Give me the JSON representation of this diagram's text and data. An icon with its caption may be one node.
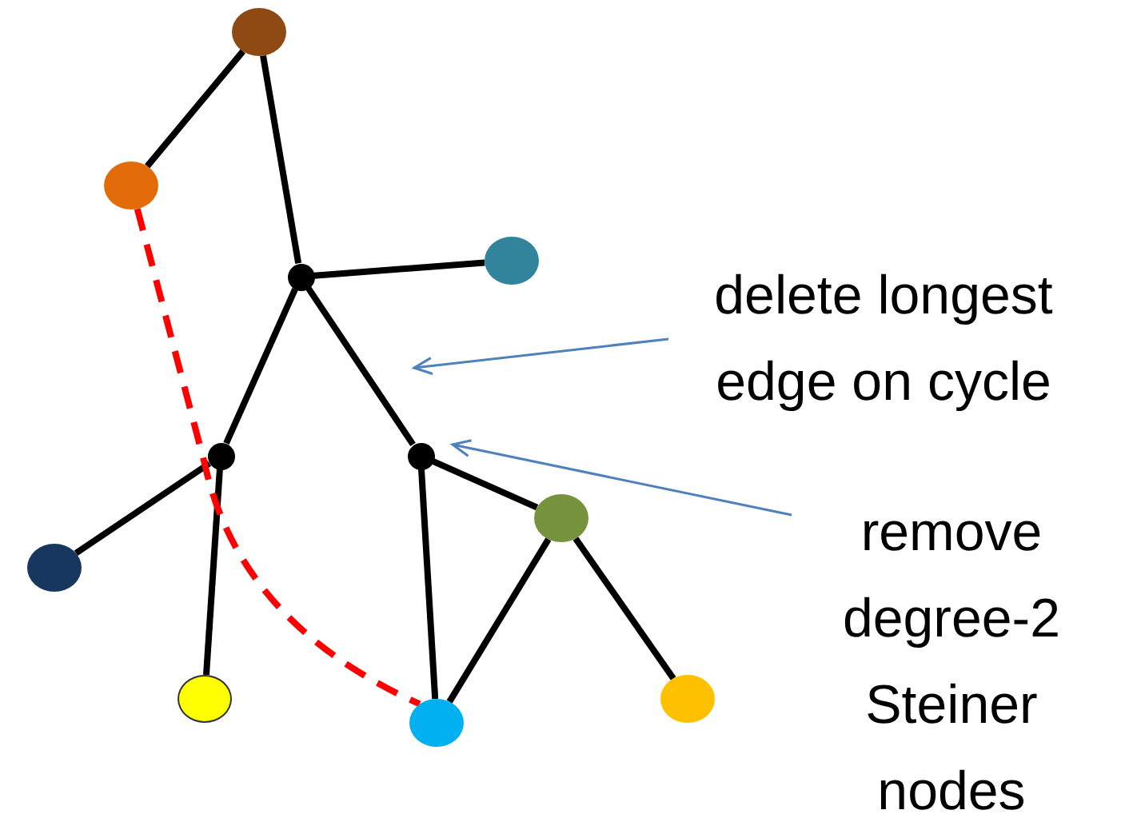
{
  "diagram": {
    "nodes": [
      {
        "text": [],
        "shape": "circle"
      },
      {
        "text": [],
        "shape": "circle"
      },
      {
        "text": [],
        "shape": "circle"
      },
      {
        "text": [],
        "shape": "circle"
      },
      {
        "text": [
          "delete longest edge on cycle"
        ]
      },
      {
        "text": [],
        "shape": "circle"
      },
      {
        "text": [],
        "shape": "circle"
      },
      {
        "text": [],
        "shape": "circle"
      },
      {
        "text": [
          "remove degree-2 Steiner nodes"
        ]
      },
      {
        "text": [],
        "shape": "circle"
      },
      {
        "text": [],
        "shape": "circle"
      },
      {
        "text": [],
        "shape": "circle"
      },
      {
        "text": [],
        "shape": "circle"
      }
    ],
    "edges": [
      {
        "from": 0,
        "to": 1,
        "arrow": "none"
      },
      {
        "from": 0,
        "to": 3,
        "arrow": "none"
      },
      {
        "from": 3,
        "to": 2,
        "arrow": "none"
      },
      {
        "from": 3,
        "to": 5,
        "arrow": "none"
      },
      {
        "from": 3,
        "to": 6,
        "arrow": "none"
      },
      {
        "from": 5,
        "to": 9,
        "arrow": "none"
      },
      {
        "from": 5,
        "to": 10,
        "arrow": "none"
      },
      {
        "from": 6,
        "to": 12,
        "arrow": "none"
      },
      {
        "from": 6,
        "to": 7,
        "arrow": "none"
      },
      {
        "from": 7,
        "to": 12,
        "arrow": "none"
      },
      {
        "from": 7,
        "to": 11,
        "arrow": "none"
      },
      {
        "from": 1,
        "to": 12,
        "arrow": "none",
        "style": "dashed",
        "color": "#ff0000"
      },
      {
        "from": 4,
        "to": null,
        "arrow": "to",
        "color": "#4f81bd"
      },
      {
        "from": 8,
        "to": 6,
        "arrow": "to",
        "color": "#4f81bd"
      }
    ]
  }
}
